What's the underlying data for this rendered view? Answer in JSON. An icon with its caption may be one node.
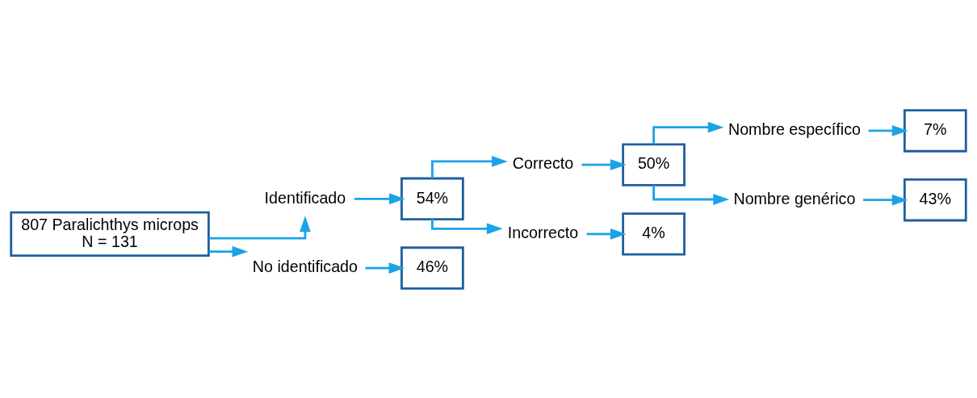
{
  "diagram": {
    "nodes": [
      {
        "text": [
          "807 Paralichthys microps",
          "N = 131"
        ]
      },
      {
        "text": [
          "Identificado"
        ]
      },
      {
        "text": [
          "54%"
        ]
      },
      {
        "text": [
          "Correcto"
        ]
      },
      {
        "text": [
          "50%"
        ]
      },
      {
        "text": [
          "Nombre específico"
        ]
      },
      {
        "text": [
          "7%"
        ]
      },
      {
        "text": [
          "Nombre genérico"
        ]
      },
      {
        "text": [
          "43%"
        ]
      },
      {
        "text": [
          "Incorrecto"
        ]
      },
      {
        "text": [
          "4%"
        ]
      },
      {
        "text": [
          "No identificado"
        ]
      },
      {
        "text": [
          "46%"
        ]
      }
    ],
    "edges": [
      {
        "from": 0,
        "to": 1,
        "arrow": "to"
      },
      {
        "from": 1,
        "to": 2,
        "arrow": "to"
      },
      {
        "from": 2,
        "to": 3,
        "arrow": "to"
      },
      {
        "from": 3,
        "to": 4,
        "arrow": "to"
      },
      {
        "from": 4,
        "to": 5,
        "arrow": "to"
      },
      {
        "from": 5,
        "to": 6,
        "arrow": "to"
      },
      {
        "from": 4,
        "to": 7,
        "arrow": "to"
      },
      {
        "from": 7,
        "to": 8,
        "arrow": "to"
      },
      {
        "from": 2,
        "to": 9,
        "arrow": "to"
      },
      {
        "from": 9,
        "to": 10,
        "arrow": "to"
      },
      {
        "from": 0,
        "to": 11,
        "arrow": "to"
      },
      {
        "from": 11,
        "to": 12,
        "arrow": "to"
      }
    ]
  }
}
